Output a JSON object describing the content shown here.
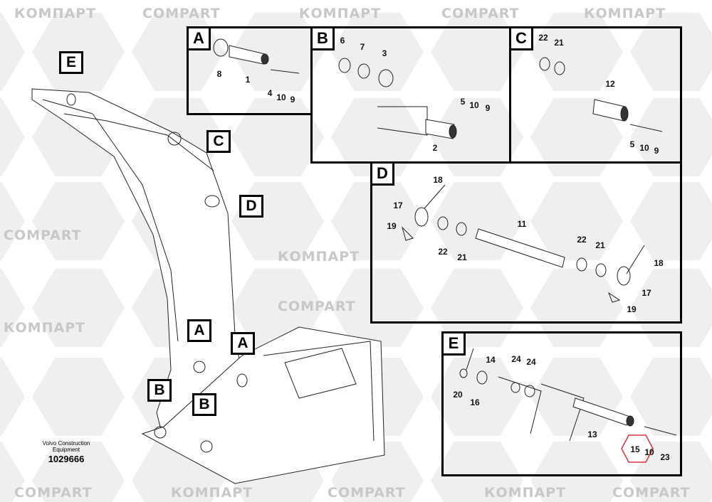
{
  "watermark": {
    "latin": "COMPART",
    "cyrillic": "КОМПАРТ"
  },
  "caption": {
    "maker": "Volvo Construction",
    "maker_line2": "Equipment",
    "drawing_number": "1029666"
  },
  "main_labels": [
    "E",
    "C",
    "D",
    "A",
    "A",
    "B",
    "B"
  ],
  "panels": {
    "A": {
      "tag": "A",
      "callouts": [
        "8",
        "1",
        "4",
        "10",
        "9"
      ]
    },
    "B": {
      "tag": "B",
      "callouts": [
        "6",
        "7",
        "3",
        "5",
        "10",
        "9",
        "2"
      ]
    },
    "C": {
      "tag": "C",
      "callouts": [
        "22",
        "21",
        "12",
        "5",
        "10",
        "9"
      ]
    },
    "D": {
      "tag": "D",
      "callouts": [
        "18",
        "17",
        "19",
        "22",
        "21",
        "11",
        "22",
        "21",
        "18",
        "17",
        "19"
      ]
    },
    "E": {
      "tag": "E",
      "callouts": [
        "14",
        "24",
        "24",
        "20",
        "16",
        "13",
        "15",
        "10",
        "23"
      ]
    }
  },
  "highlight_color": "#d9333f"
}
